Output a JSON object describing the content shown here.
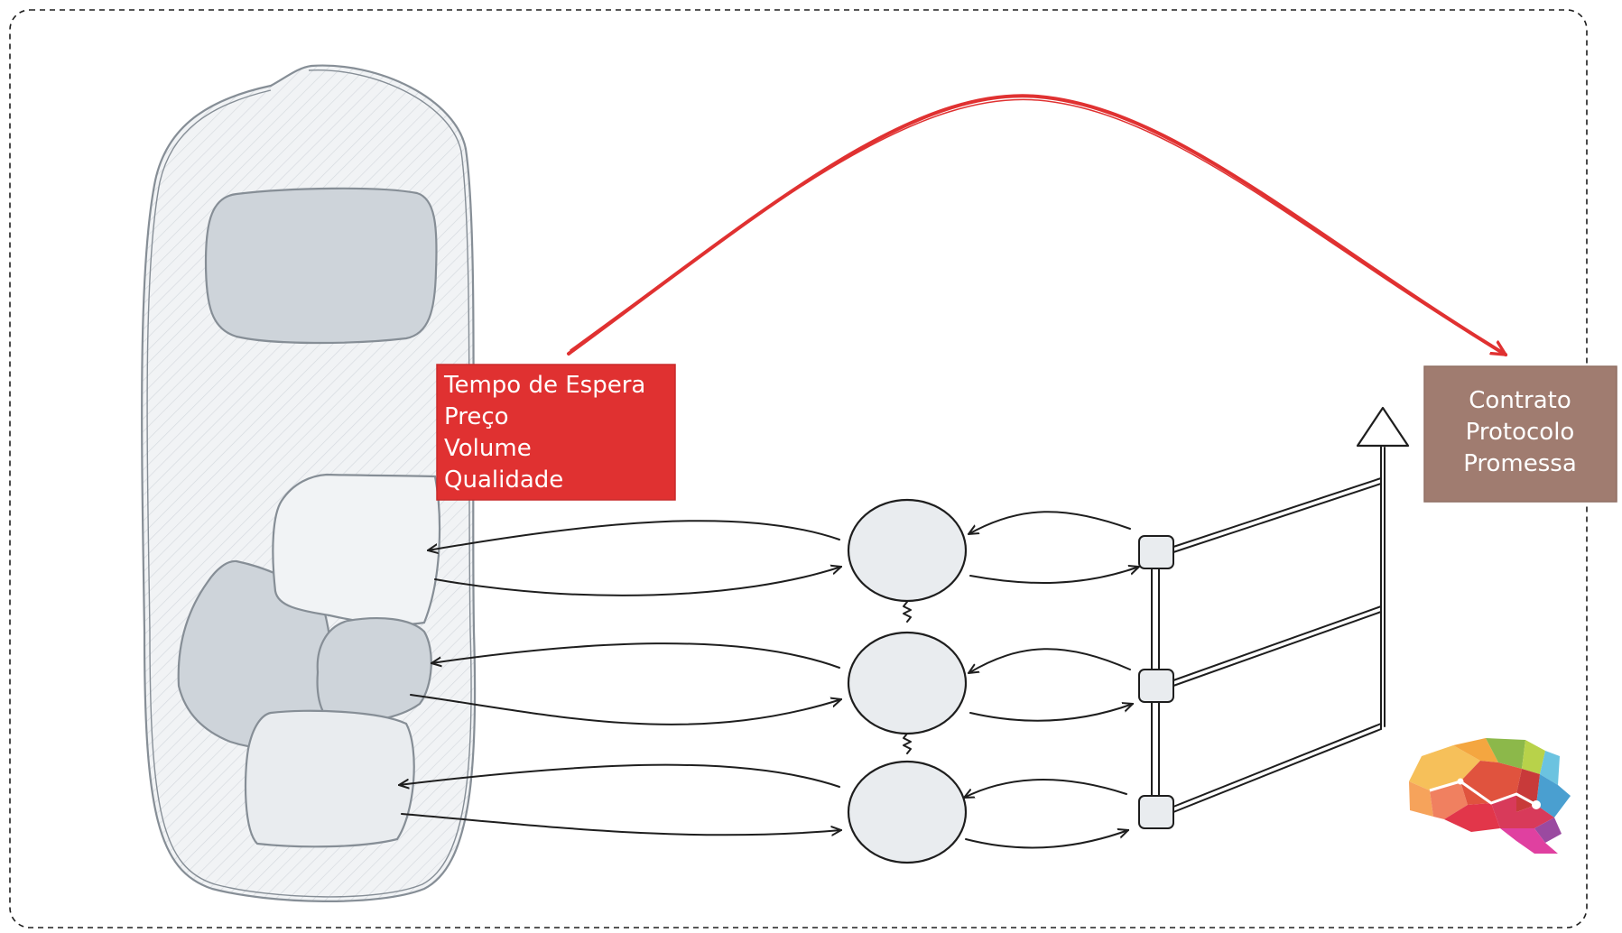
{
  "colors": {
    "background": "#ffffff",
    "frame_stroke": "#1e1e1e",
    "container_fill": "#e9ecef",
    "container_hatch": "#c9ced4",
    "container_stroke": "#868e96",
    "block_dark": "#ced4da",
    "block_light": "#f1f3f5",
    "node_fill": "#e9ecef",
    "red_box": "#e03131",
    "red_arrow": "#e03131",
    "brown_box": "#a07c70",
    "ink": "#1e1e1e"
  },
  "red_box": {
    "lines": [
      "Tempo de Espera",
      "Preço",
      "Volume",
      "Qualidade"
    ]
  },
  "brown_box": {
    "lines": [
      "Contrato",
      "Protocolo",
      "Promessa"
    ]
  },
  "logo": {
    "icon": "colorful-brain-logo"
  }
}
